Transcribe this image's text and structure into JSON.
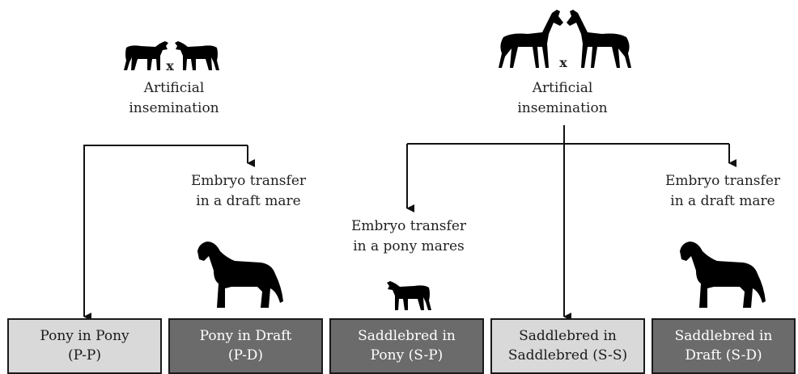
{
  "cross_symbol": "x",
  "pony_parents": {
    "label_line1": "Artificial",
    "label_line2": "insemination"
  },
  "saddlebred_parents": {
    "label_line1": "Artificial",
    "label_line2": "insemination"
  },
  "transfers": {
    "pony_to_draft": {
      "line1": "Embryo transfer",
      "line2": "in a draft mare"
    },
    "saddlebred_to_pony": {
      "line1": "Embryo transfer",
      "line2": "in a pony mares"
    },
    "saddlebred_to_draft": {
      "line1": "Embryo transfer",
      "line2": "in a draft mare"
    }
  },
  "groups": [
    {
      "line1": "Pony in Pony",
      "line2": "(P-P)",
      "shade": "light"
    },
    {
      "line1": "Pony in Draft",
      "line2": "(P-D)",
      "shade": "dark"
    },
    {
      "line1": "Saddlebred in",
      "line2": "Pony (S-P)",
      "shade": "dark"
    },
    {
      "line1": "Saddlebred in",
      "line2": "Saddlebred (S-S)",
      "shade": "light"
    },
    {
      "line1": "Saddlebred in",
      "line2": "Draft (S-D)",
      "shade": "dark"
    }
  ],
  "colors": {
    "light_box": "#d9d9d9",
    "dark_box": "#6b6b6b",
    "line": "#111111"
  },
  "icons": [
    "pony-icon",
    "saddlebred-icon",
    "draft-horse-icon"
  ]
}
